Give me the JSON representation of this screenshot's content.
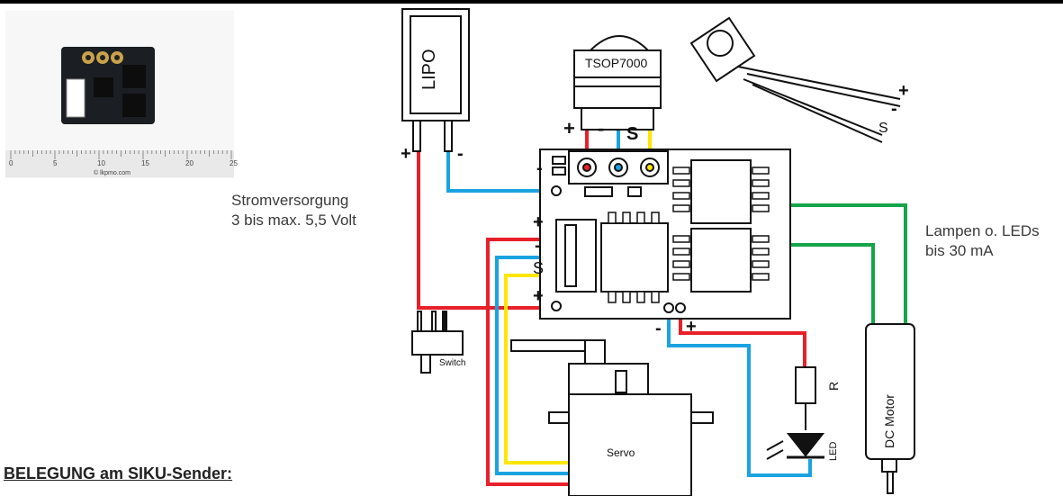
{
  "labels": {
    "power_line1": "Stromversorgung",
    "power_line2": "3 bis max. 5,5 Volt",
    "lamps_line1": "Lampen o. LEDs",
    "lamps_line2": "bis 30 mA",
    "belegung": "BELEGUNG am SIKU-Sender:",
    "battery": "LIPO",
    "receiver": "TSOP7000",
    "switch": "Switch",
    "servo": "Servo",
    "motor": "DC Motor",
    "resistor": "R",
    "led": "LED",
    "ruler_site": "© lkpmo.com",
    "ruler_numbers": [
      "0",
      "5",
      "10",
      "15",
      "20",
      "25"
    ]
  },
  "pins": {
    "plus": "+",
    "minus": "-",
    "signal": "S"
  },
  "colors": {
    "red_wire": "#e8202a",
    "blue_wire": "#1aa3e0",
    "yellow_wire": "#ffe600",
    "green_wire": "#16a44a",
    "outline": "#111111"
  }
}
